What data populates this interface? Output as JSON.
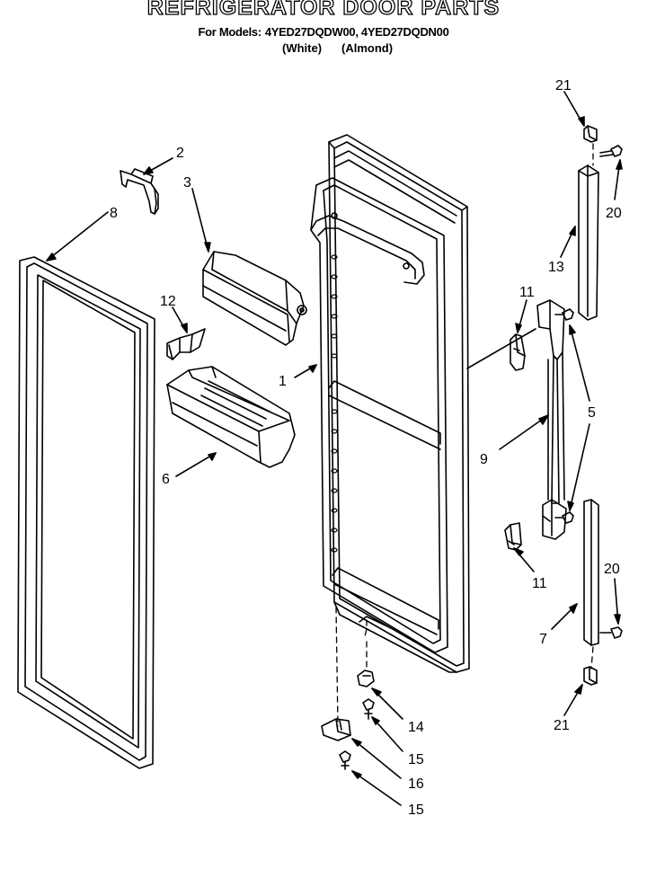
{
  "title": "REFRIGERATOR DOOR PARTS",
  "models_label": "For Models:",
  "models": "4YED27DQDW00, 4YED27DQDN00",
  "colors": [
    "(White)",
    "(Almond)"
  ],
  "callouts": {
    "c1": "1",
    "c2": "2",
    "c3": "3",
    "c5": "5",
    "c6": "6",
    "c7": "7",
    "c8": "8",
    "c9": "9",
    "c11a": "11",
    "c11b": "11",
    "c12": "12",
    "c13": "13",
    "c14": "14",
    "c15a": "15",
    "c15b": "15",
    "c16": "16",
    "c20a": "20",
    "c20b": "20",
    "c21a": "21",
    "c21b": "21"
  }
}
